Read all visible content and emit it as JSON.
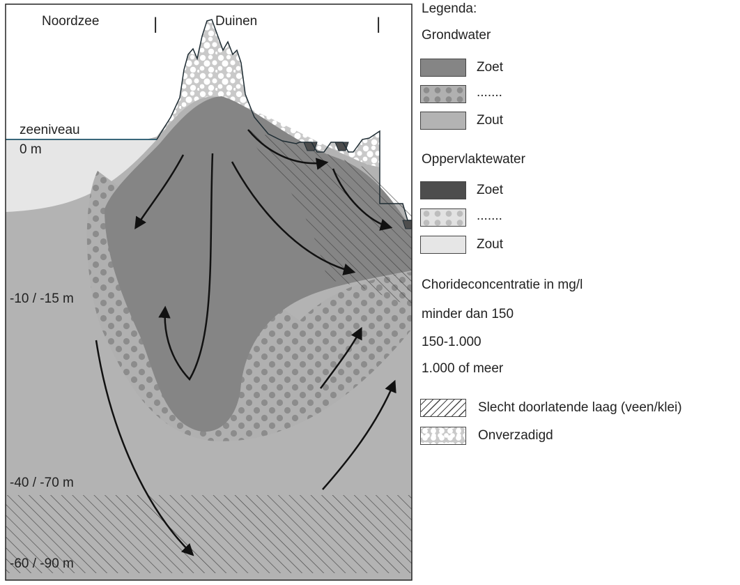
{
  "diagram": {
    "top_labels": {
      "sea": "Noordzee",
      "dunes": "Duinen",
      "sep1": "|",
      "sep2": "|"
    },
    "depths": {
      "sea_level": "zeeniveau",
      "zero": "0 m",
      "d1": "-10 / -15 m",
      "d2": "-40 / -70 m",
      "d3": "-60 / -90 m"
    }
  },
  "legend": {
    "title": "Legenda:",
    "groundwater": {
      "heading": "Grondwater",
      "items": [
        {
          "label": "Zoet",
          "color": "#858585"
        },
        {
          "label": ".......",
          "color": "#a9a9a9",
          "pattern": "dots"
        },
        {
          "label": "Zout",
          "color": "#b3b3b3"
        }
      ]
    },
    "surface_water": {
      "heading": "Oppervlaktewater",
      "items": [
        {
          "label": "Zoet",
          "color": "#4d4d4d"
        },
        {
          "label": ".......",
          "color": "#dedede",
          "pattern": "dots"
        },
        {
          "label": "Zout",
          "color": "#e6e6e6"
        }
      ]
    },
    "chloride": {
      "heading": "Chorideconcentratie in mg/l",
      "levels": [
        "minder dan 150",
        "150-1.000",
        "1.000 of meer"
      ]
    },
    "layers": [
      {
        "label": "Slecht doorlatende laag (veen/klei)",
        "pattern": "hatch"
      },
      {
        "label": "Onverzadigd",
        "pattern": "bubbles"
      }
    ]
  }
}
